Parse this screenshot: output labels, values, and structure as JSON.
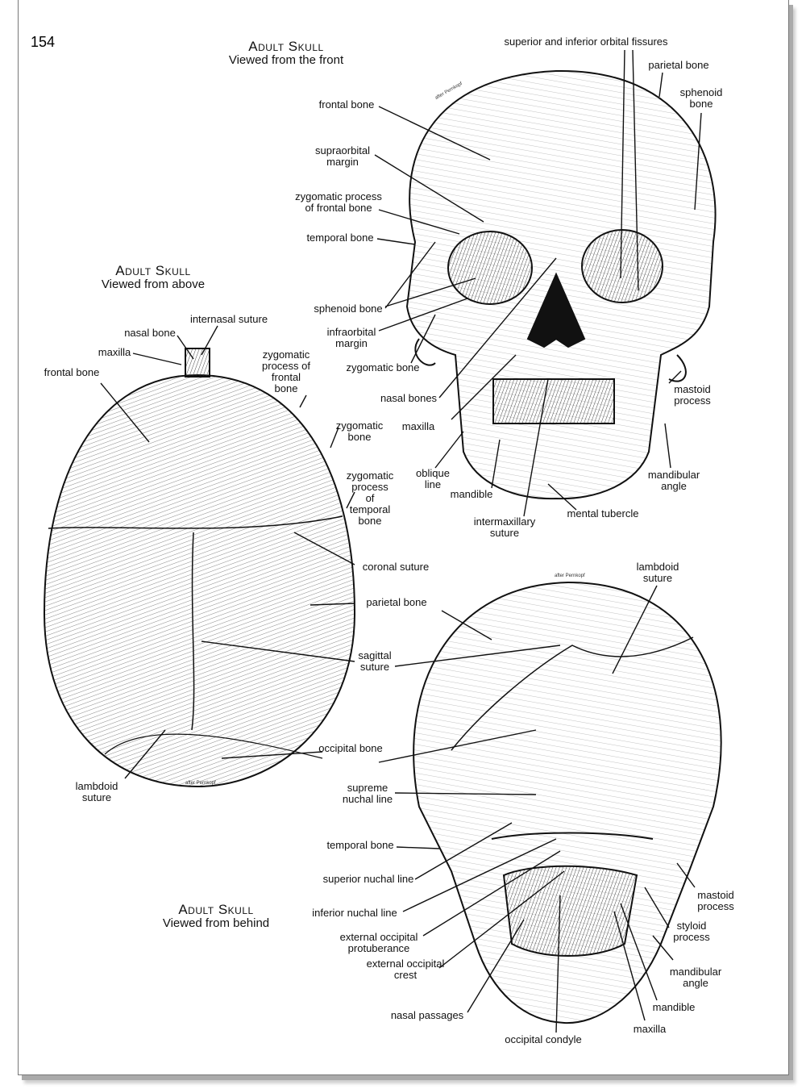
{
  "page_number": "154",
  "titles": {
    "front": {
      "main": "Adult Skull",
      "sub": "Viewed from the front"
    },
    "above": {
      "main": "Adult Skull",
      "sub": "Viewed from above"
    },
    "behind": {
      "main": "Adult Skull",
      "sub": "Viewed from behind"
    }
  },
  "credit": "after Pernkopf",
  "front_labels": [
    "superior and inferior orbital fissures",
    "parietal bone",
    "sphenoid\nbone",
    "frontal bone",
    "supraorbital\nmargin",
    "zygomatic process\nof frontal bone",
    "temporal bone",
    "sphenoid bone",
    "infraorbital\nmargin",
    "zygomatic bone",
    "nasal bones",
    "maxilla",
    "oblique\nline",
    "mandible",
    "intermaxillary\nsuture",
    "mental tubercle",
    "mandibular\nangle",
    "mastoid\nprocess"
  ],
  "above_labels": [
    "internasal suture",
    "nasal bone",
    "maxilla",
    "frontal bone",
    "zygomatic\nprocess of\nfrontal\nbone",
    "zygomatic\nbone",
    "zygomatic\nprocess\nof\ntemporal\nbone",
    "coronal suture",
    "lambdoid\nsuture"
  ],
  "shared_labels": [
    "parietal bone",
    "sagittal\nsuture",
    "occipital bone"
  ],
  "behind_labels": [
    "lambdoid\nsuture",
    "supreme\nnuchal line",
    "temporal bone",
    "superior nuchal line",
    "inferior nuchal line",
    "external occipital\nprotuberance",
    "external occipital\ncrest",
    "nasal passages",
    "occipital condyle",
    "maxilla",
    "mandible",
    "mandibular\nangle",
    "styloid\nprocess",
    "mastoid\nprocess"
  ]
}
